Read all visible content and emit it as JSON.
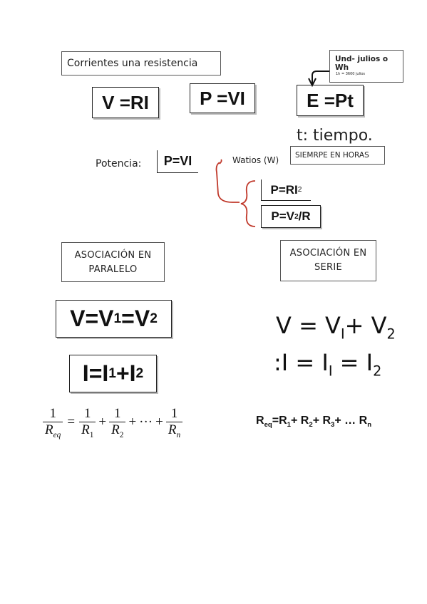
{
  "title_box": "Corrientes una resistencia",
  "formulas_top": {
    "ohm": "V =RI",
    "power": "P =VI",
    "energy": "E =Pt"
  },
  "energy_note": {
    "units": "Und- julios o Wh",
    "conversion": "1h = 3600 julios"
  },
  "time_label": "t: tiempo.",
  "hours_note": "SIEMRPE EN HORAS",
  "potencia": {
    "label": "Potencia:",
    "formula": "P=VI",
    "units": "Watios (W)",
    "alt1_base": "P=RI",
    "alt1_exp": "2",
    "alt2_base": "P=V",
    "alt2_exp": "2",
    "alt2_tail": "/R"
  },
  "paralelo": {
    "heading": "ASOCIACIÓN EN PARALELO",
    "voltage": {
      "lhs": "V=V",
      "s1": "1",
      "mid": "=V",
      "s2": "2"
    },
    "current": {
      "lhs": "I=I",
      "s1": "1",
      "mid": "+I",
      "s2": "2"
    },
    "resistance": {
      "one": "1",
      "req_base": "R",
      "req_sub": "eq",
      "r1": "R",
      "r1_sub": "1",
      "r2": "R",
      "r2_sub": "2",
      "rn": "R",
      "rn_sub": "n",
      "plus": "+",
      "dots": "···",
      "eq": "="
    }
  },
  "serie": {
    "heading": "ASOCIACIÓN EN SERIE",
    "voltage": {
      "lhs": "V = V",
      "s1": "I",
      "mid": "+ V",
      "s2": "2"
    },
    "current": {
      "lhs": ":I = I",
      "s1": "I",
      "mid": " = I",
      "s2": "2"
    },
    "resistance": {
      "r": "R",
      "req_sub": "eq",
      "eq": "=R",
      "s1": "1",
      "p2": "+ R",
      "s2": "2",
      "p3": "+ R",
      "s3": "3",
      "tail": "+ … R",
      "sn": "n"
    }
  },
  "colors": {
    "brace": "#c0392b"
  }
}
